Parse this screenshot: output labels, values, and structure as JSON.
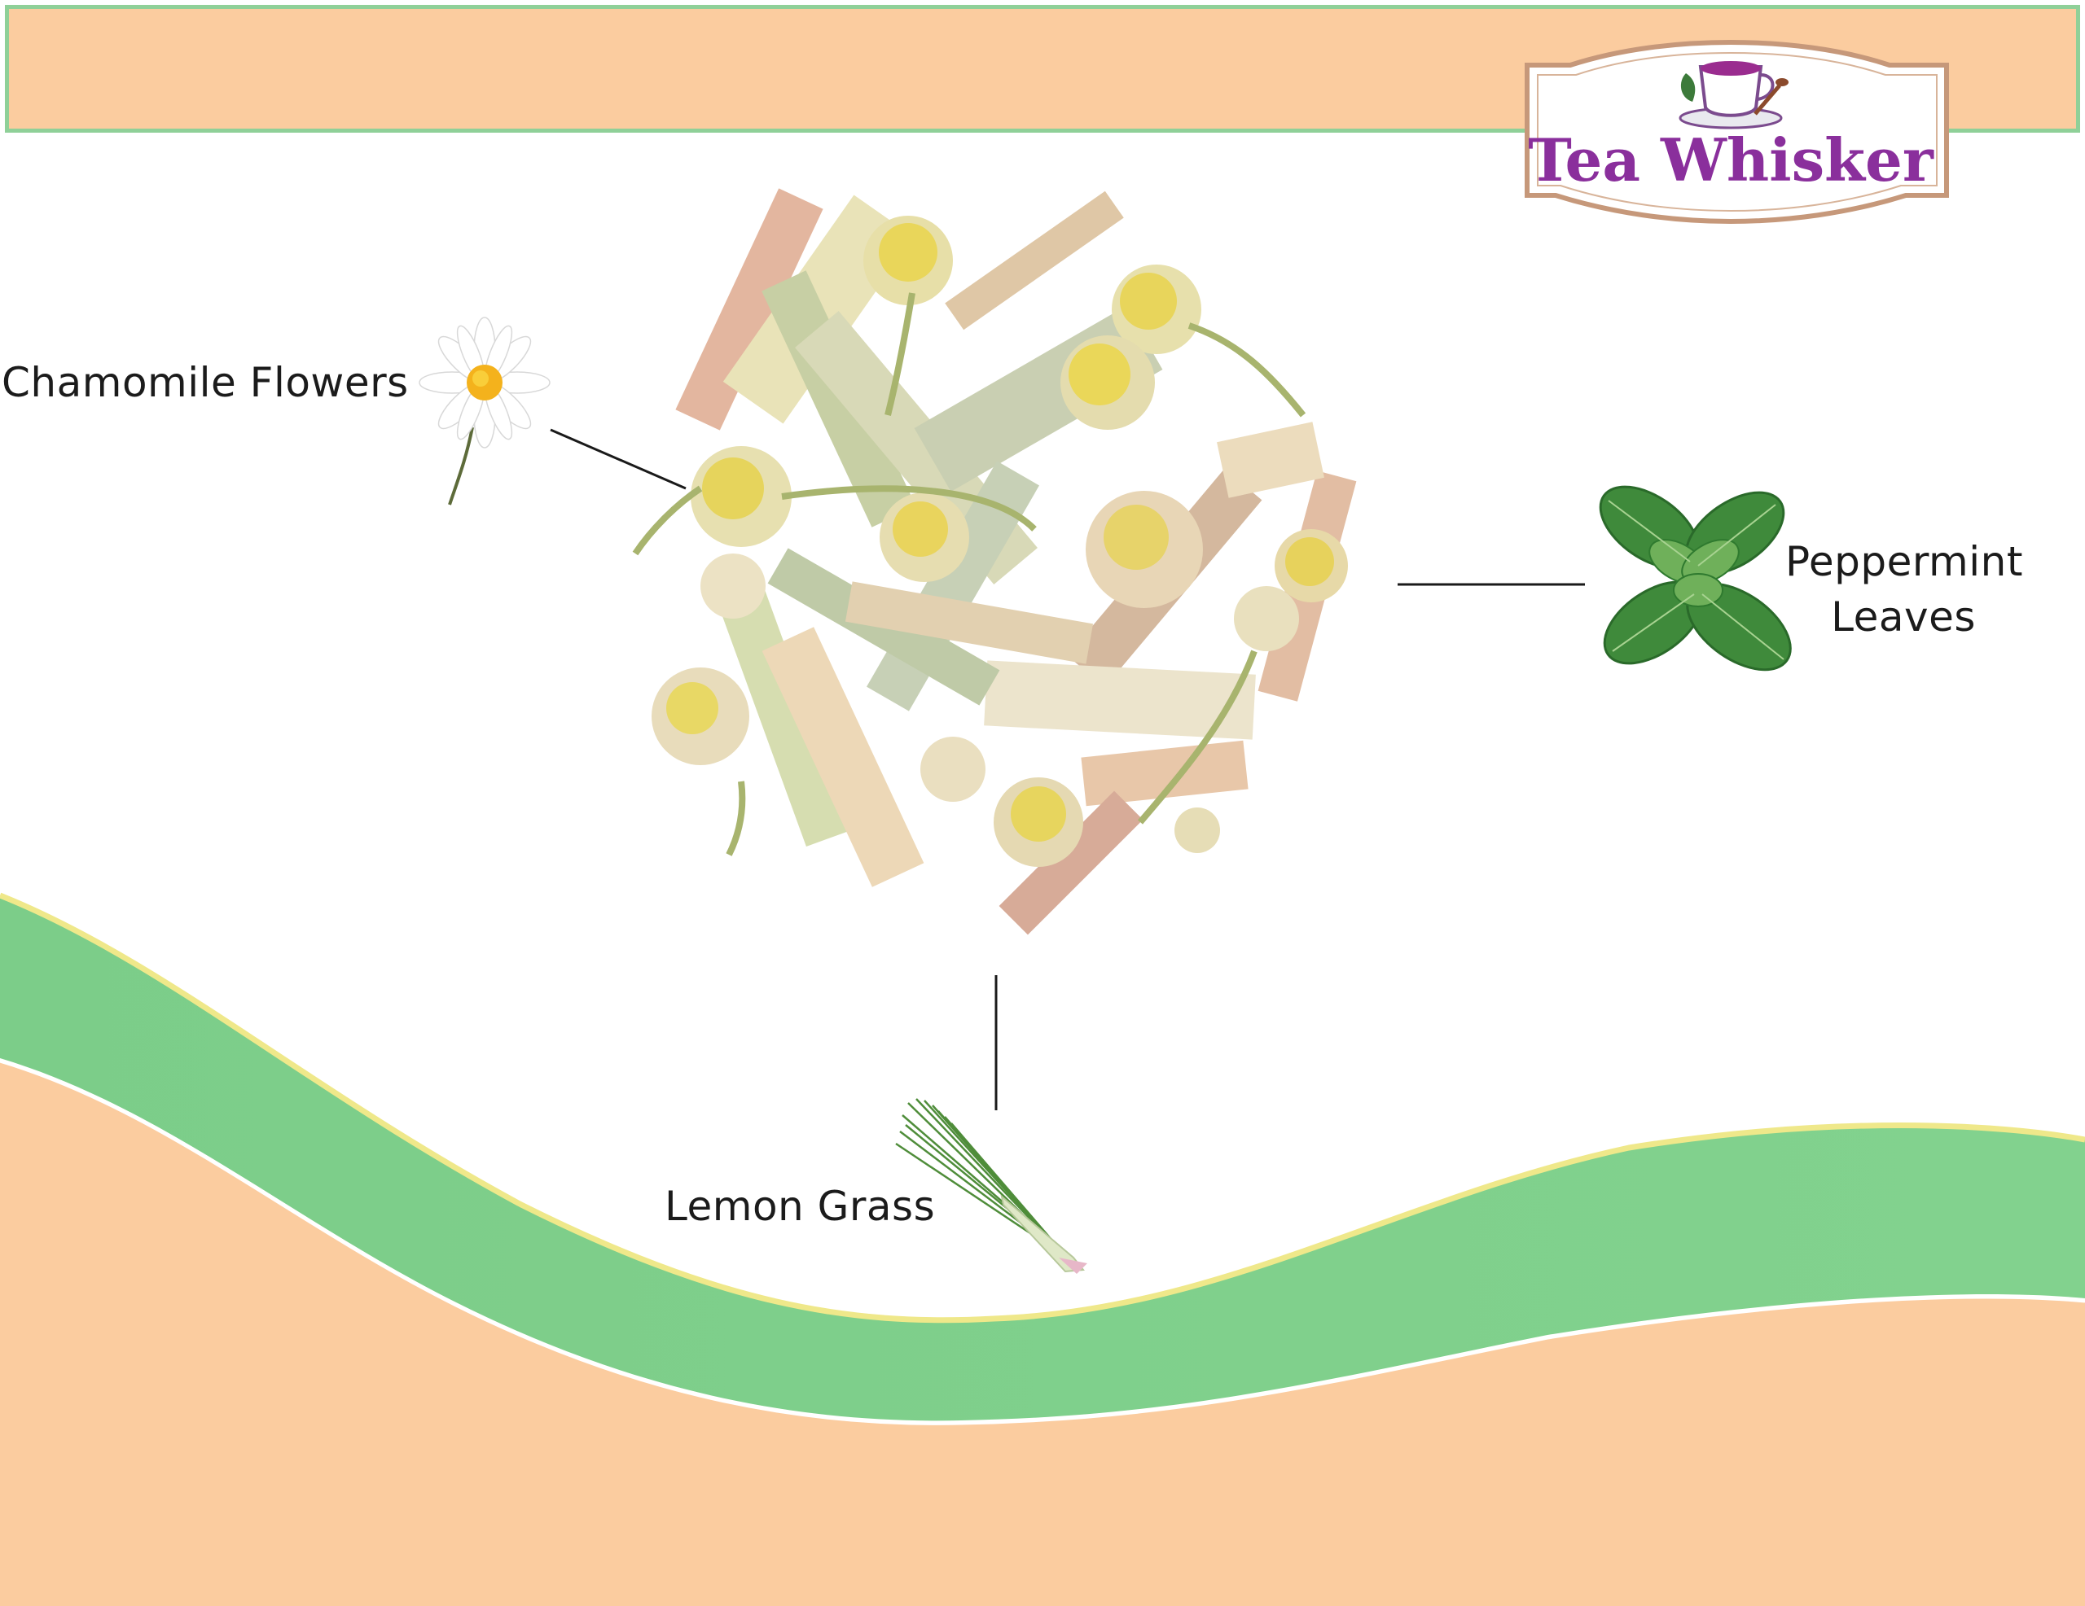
{
  "brand": {
    "name": "Tea Whisker",
    "logo_icon": "teacup-icon"
  },
  "blend": {
    "ingredients": [
      {
        "name": "Chamomile Flowers",
        "icon": "chamomile-flower-icon"
      },
      {
        "name": "Peppermint Leaves",
        "line1": "Peppermint",
        "line2": "Leaves",
        "icon": "peppermint-leaves-icon"
      },
      {
        "name": "Lemon Grass",
        "icon": "lemon-grass-icon"
      }
    ]
  },
  "colors": {
    "peach": "#fbcc9f",
    "green": "#7ecf8b",
    "banner_border": "#8fd098",
    "yellow_edge": "#efe88a",
    "logo_frame": "#c6987a",
    "logo_text": "#8a2f9c"
  }
}
